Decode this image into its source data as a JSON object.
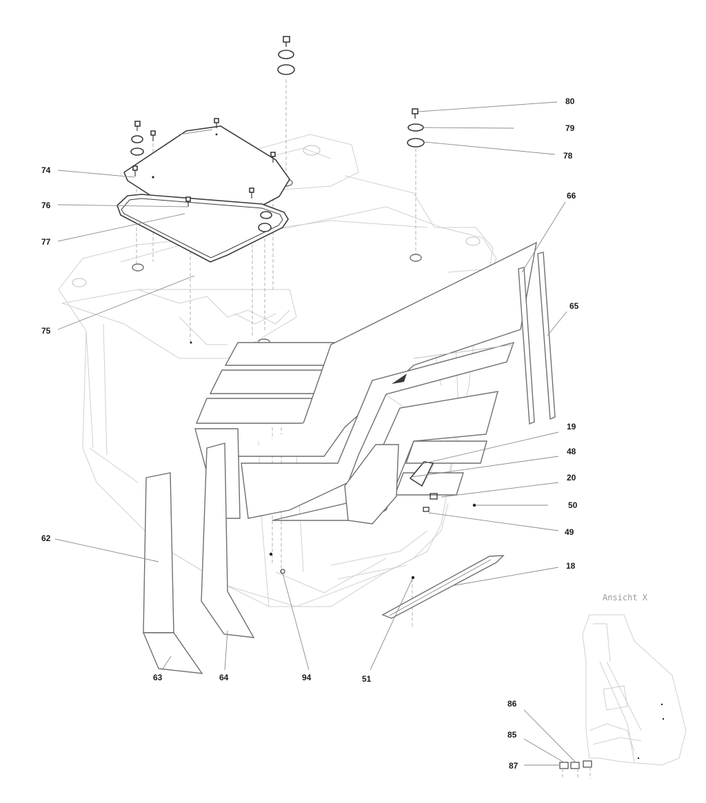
{
  "callouts": {
    "c80": "80",
    "c79": "79",
    "c78": "78",
    "c74": "74",
    "c76": "76",
    "c77": "77",
    "c75": "75",
    "c66": "66",
    "c65": "65",
    "c19": "19",
    "c48": "48",
    "c20": "20",
    "c50": "50",
    "c49": "49",
    "c62": "62",
    "c18": "18",
    "c63": "63",
    "c64": "64",
    "c94": "94",
    "c51": "51",
    "c86": "86",
    "c85": "85",
    "c87": "87"
  },
  "view_label": "Ansicht X"
}
